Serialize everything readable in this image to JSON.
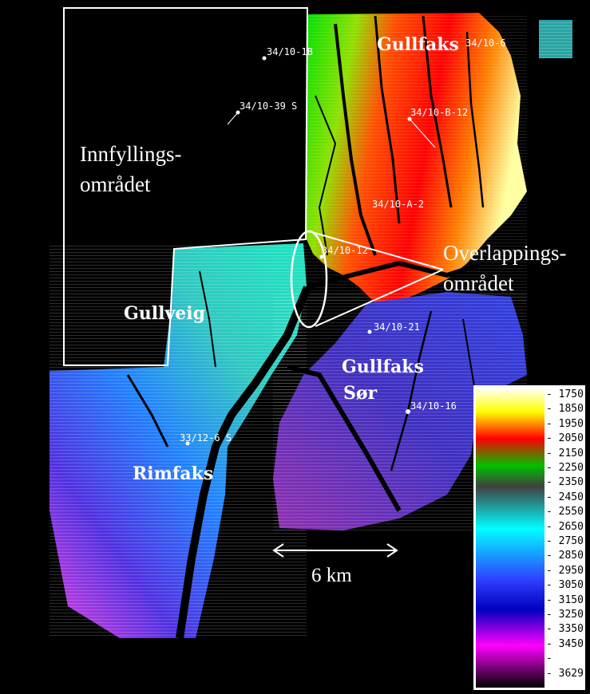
{
  "fields": {
    "gullfaks": "Gullfaks",
    "gullveig": "Gullveig",
    "gullfaks_sor_1": "Gullfaks",
    "gullfaks_sor_2": "Sør",
    "rimfaks": "Rimfaks"
  },
  "regions": {
    "infill_1": "Innfyllings-",
    "infill_2": "området",
    "overlap_1": "Overlappings-",
    "overlap_2": "området"
  },
  "wells": {
    "w_10_6": "34/10-6",
    "w_10_1b": "34/10-1B",
    "w_10_39s": "34/10-39 S",
    "w_10_b12": "34/10-B-12",
    "w_10_a": "34/10-A-2",
    "w_10_12": "34/10-12",
    "w_10_21": "34/10-21",
    "w_10_16": "34/10-16",
    "w_12_6s": "33/12-6 S"
  },
  "scale_bar": {
    "label": "6 km"
  },
  "colorbar": {
    "ticks": [
      "- 1750",
      "- 1850",
      "- 1950",
      "- 2050",
      "- 2150",
      "- 2250",
      "- 2350",
      "- 2450",
      "- 2550",
      "- 2650",
      "- 2750",
      "- 2850",
      "- 2950",
      "- 3050",
      "- 3150",
      "- 3250",
      "- 3350",
      "- 3450",
      "-",
      "- 3629"
    ],
    "colors": {
      "c1750": "#ffffff",
      "c1850": "#ffff00",
      "c2050": "#ff0000",
      "c2250": "#00c000",
      "c2450": "#404040",
      "c2650": "#00ffff",
      "c2950": "#3040ff",
      "c3150": "#0000c0",
      "c3350": "#ff00ff",
      "c3629": "#000000"
    }
  }
}
